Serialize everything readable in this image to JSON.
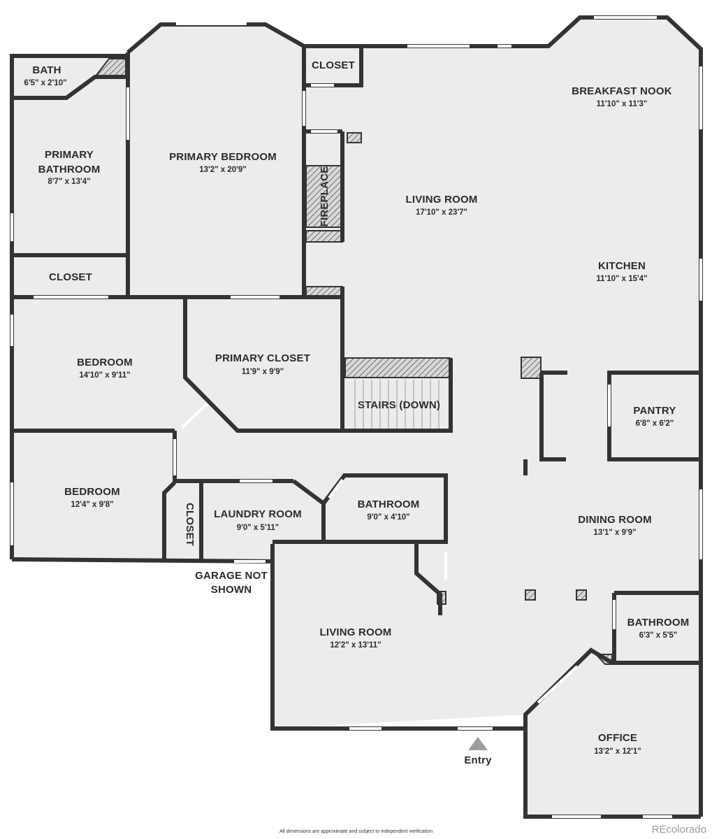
{
  "rooms": {
    "bath": {
      "name": "BATH",
      "dim": "6'5\" x 2'10\""
    },
    "primary_bathroom": {
      "name1": "PRIMARY",
      "name2": "BATHROOM",
      "dim": "8'7\" x 13'4\""
    },
    "primary_bedroom": {
      "name": "PRIMARY BEDROOM",
      "dim": "13'2\" x 20'9\""
    },
    "closet_top": {
      "name": "CLOSET"
    },
    "closet_left": {
      "name": "CLOSET"
    },
    "closet_small": {
      "name": "CLOSET"
    },
    "breakfast_nook": {
      "name": "BREAKFAST NOOK",
      "dim": "11'10\" x 11'3\""
    },
    "living_room_main": {
      "name": "LIVING ROOM",
      "dim": "17'10\" x 23'7\""
    },
    "fireplace": {
      "name": "FIREPLACE"
    },
    "kitchen": {
      "name": "KITCHEN",
      "dim": "11'10\" x 15'4\""
    },
    "bedroom_1": {
      "name": "BEDROOM",
      "dim": "14'10\" x 9'11\""
    },
    "primary_closet": {
      "name": "PRIMARY CLOSET",
      "dim": "11'9\" x 9'9\""
    },
    "stairs": {
      "name": "STAIRS (DOWN)"
    },
    "pantry": {
      "name": "PANTRY",
      "dim": "6'8\" x 6'2\""
    },
    "bedroom_2": {
      "name": "BEDROOM",
      "dim": "12'4\" x 9'8\""
    },
    "laundry": {
      "name": "LAUNDRY ROOM",
      "dim": "9'0\" x 5'11\""
    },
    "bathroom_mid": {
      "name": "BATHROOM",
      "dim": "9'0\" x 4'10\""
    },
    "dining": {
      "name": "DINING ROOM",
      "dim": "13'1\" x 9'9\""
    },
    "living_room_2": {
      "name": "LIVING ROOM",
      "dim": "12'2\" x 13'11\""
    },
    "bathroom_right": {
      "name": "BATHROOM",
      "dim": "6'3\" x 5'5\""
    },
    "office": {
      "name": "OFFICE",
      "dim": "13'2\" x 12'1\""
    }
  },
  "labels": {
    "garage_line1": "GARAGE NOT",
    "garage_line2": "SHOWN",
    "entry": "Entry"
  },
  "footer": {
    "disclaimer": "All dimensions are approximate and subject to independent verification",
    "brand": "REcolorado"
  },
  "colors": {
    "floor": "#ececec",
    "wall": "#333333",
    "text": "#2b2b2b",
    "entry_marker": "#9e9e9e"
  }
}
